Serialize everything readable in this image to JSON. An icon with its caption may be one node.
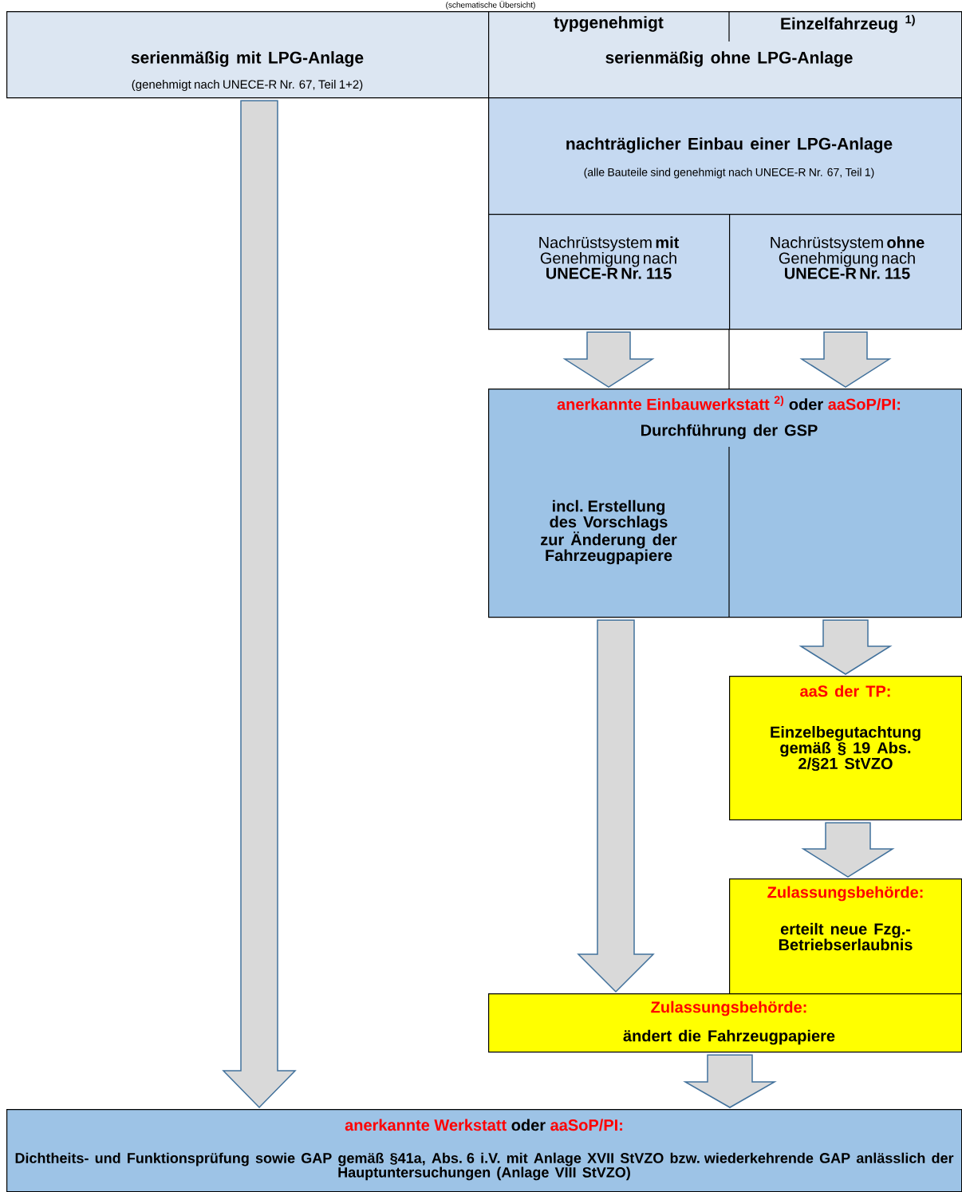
{
  "diagram": {
    "title": "(schematische Übersicht)",
    "nodes": [
      {
        "text": [
          "serienmäßig mit LPG-Anlage",
          "(genehmigt nach UNECE-R Nr. 67, Teil 1+2)"
        ]
      },
      {
        "text": [
          "typgenehmigt",
          "Einzelfahrzeug $^{1)}$",
          "serienmäßig ohne LPG-Anlage"
        ]
      },
      {
        "text": [
          "nachträglicher Einbau einer LPG-Anlage",
          "(alle Bauteile sind genehmigt nach UNECE-R Nr. 67, Teil 1)"
        ]
      },
      {
        "text": [
          "Nachrüstsystem **mit** Genehmigung nach **UNECE-R Nr. 115**"
        ],
        "in": 2
      },
      {
        "text": [
          "Nachrüstsystem **ohne** Genehmigung nach **UNECE-R Nr. 115**"
        ],
        "in": 2
      },
      {
        "text": [
          "anerkannte Einbauwerkstatt $^{2)}$",
          "oder",
          "aaSoP/PI:",
          "Durchführung der GSP"
        ]
      },
      {
        "text": [
          "incl. Erstellung des Vorschlags zur Änderung der Fahrzeugpapiere"
        ],
        "in": 5
      },
      {
        "text": [
          "aaS der TP:",
          "Einzelbegutachtung gemäß § 19 Abs. 2/§21 StVZO"
        ]
      },
      {
        "text": [
          "Zulassungsbehörde:",
          "erteilt neue Fzg.-Betriebserlaubnis"
        ]
      },
      {
        "text": [
          "Zulassungsbehörde:",
          "ändert die Fahrzeugpapiere"
        ]
      },
      {
        "text": [
          "anerkannte Werkstatt",
          "oder",
          "aaSoP/PI:",
          "Dichtheits- und Funktionsprüfung sowie GAP gemäß §41a, Abs. 6 i.V. mit Anlage XVII StVZO bzw. wiederkehrende GAP anlässlich der Hauptuntersuchungen (Anlage VIII StVZO)"
        ]
      }
    ],
    "edges": [
      {
        "from": 0,
        "to": 10,
        "arrow": "to"
      },
      {
        "from": 3,
        "to": 5,
        "arrow": "to"
      },
      {
        "from": 4,
        "to": 5,
        "arrow": "to"
      },
      {
        "from": 6,
        "to": 9,
        "arrow": "to"
      },
      {
        "from": 5,
        "to": 7,
        "arrow": "to"
      },
      {
        "from": 7,
        "to": 8,
        "arrow": "to"
      },
      {
        "from": 9,
        "to": 10,
        "arrow": "to"
      }
    ]
  }
}
